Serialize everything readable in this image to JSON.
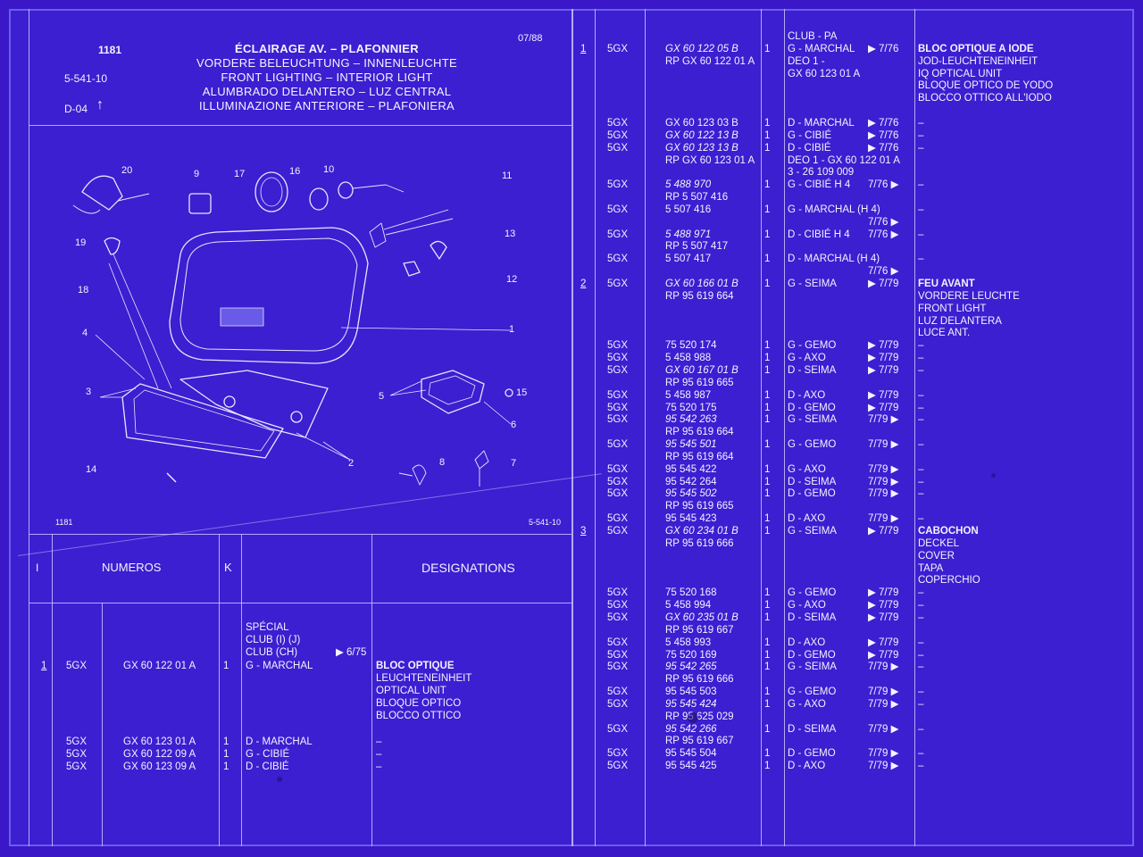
{
  "header": {
    "code": "1181",
    "ref": "5-541-10",
    "fig": "D-04",
    "date": "07/88",
    "titles": [
      "ÉCLAIRAGE AV. – PLAFONNIER",
      "VORDERE BELEUCHTUNG – INNENLEUCHTE",
      "FRONT LIGHTING – INTERIOR LIGHT",
      "ALUMBRADO DELANTERO – LUZ CENTRAL",
      "ILLUMINAZIONE ANTERIORE – PLAFONIERA"
    ]
  },
  "diagram": {
    "footer_left": "1181",
    "footer_right": "5-541-10",
    "callouts": [
      "20",
      "9",
      "17",
      "16",
      "10",
      "11",
      "19",
      "13",
      "18",
      "12",
      "4",
      "1",
      "3",
      "5",
      "15",
      "6",
      "2",
      "14",
      "8",
      "7"
    ]
  },
  "columns": {
    "i": "I",
    "numeros": "NUMEROS",
    "k": "K",
    "designations": "DESIGNATIONS"
  },
  "left_rows": [
    {
      "c3": "SPÉCIAL"
    },
    {
      "c3": "CLUB (I) (J)"
    },
    {
      "c3": "CLUB (CH)",
      "c4": "▶ 6/75"
    },
    {
      "i": "1",
      "code": "5GX",
      "num": "GX 60 122 01 A",
      "k": "1",
      "c3": "G - MARCHAL",
      "d": "BLOC OPTIQUE",
      "db": true
    },
    {
      "d": "LEUCHTENEINHEIT"
    },
    {
      "d": "OPTICAL UNIT"
    },
    {
      "d": "BLOQUE OPTICO"
    },
    {
      "d": "BLOCCO OTTICO"
    },
    {},
    {
      "code": "5GX",
      "num": "GX 60 123 01 A",
      "k": "1",
      "c3": "D - MARCHAL",
      "d": "–"
    },
    {
      "code": "5GX",
      "num": "GX 60 122 09 A",
      "k": "1",
      "c3": "G - CIBIÉ",
      "d": "–"
    },
    {
      "code": "5GX",
      "num": "GX 60 123 09 A",
      "k": "1",
      "c3": "D - CIBIÉ",
      "d": "–"
    }
  ],
  "right_rows": [
    {
      "c3": "CLUB - PA"
    },
    {
      "i": "1",
      "code": "5GX",
      "num": "GX 60 122 05 B",
      "it": true,
      "k": "1",
      "c3": "G - MARCHAL",
      "c4": "▶ 7/76",
      "d": "BLOC OPTIQUE A IODE",
      "db": true
    },
    {
      "num": "RP GX 60 122 01 A",
      "c3": "DEO 1 -",
      "d": "JOD-LEUCHTENEINHEIT"
    },
    {
      "c3": "GX 60 123 01 A",
      "d": "IQ OPTICAL UNIT"
    },
    {
      "d": "BLOQUE OPTICO DE YODO"
    },
    {
      "d": "BLOCCO OTTICO ALL'IODO"
    },
    {},
    {
      "code": "5GX",
      "num": "GX 60 123 03 B",
      "k": "1",
      "c3": "D - MARCHAL",
      "c4": "▶ 7/76",
      "d": "–"
    },
    {
      "code": "5GX",
      "num": "GX 60 122 13 B",
      "it": true,
      "k": "1",
      "c3": "G - CIBIÉ",
      "c4": "▶ 7/76",
      "d": "–"
    },
    {
      "code": "5GX",
      "num": "GX 60 123 13 B",
      "it": true,
      "k": "1",
      "c3": "D - CIBIÉ",
      "c4": "▶ 7/76",
      "d": "–"
    },
    {
      "num": "RP GX 60 123 01 A",
      "c3": "DEO 1 - GX 60 122 01 A"
    },
    {
      "c3": "3 - 26 109 009"
    },
    {
      "code": "5GX",
      "num": "5 488 970",
      "it": true,
      "k": "1",
      "c3": "G - CIBIÉ H 4",
      "c4": "7/76 ▶",
      "d": "–"
    },
    {
      "num": "RP 5 507 416"
    },
    {
      "code": "5GX",
      "num": "5 507 416",
      "k": "1",
      "c3": "G - MARCHAL (H 4)",
      "d": "–"
    },
    {
      "c4": "7/76 ▶"
    },
    {
      "code": "5GX",
      "num": "5 488 971",
      "it": true,
      "k": "1",
      "c3": "D - CIBIÉ H 4",
      "c4": "7/76 ▶",
      "d": "–"
    },
    {
      "num": "RP 5 507 417"
    },
    {
      "code": "5GX",
      "num": "5 507 417",
      "k": "1",
      "c3": "D - MARCHAL (H 4)",
      "d": "–"
    },
    {
      "c4": "7/76 ▶"
    },
    {
      "i": "2",
      "code": "5GX",
      "num": "GX 60 166 01 B",
      "it": true,
      "k": "1",
      "c3": "G - SEIMA",
      "c4": "▶ 7/79",
      "d": "FEU AVANT",
      "db": true
    },
    {
      "num": "RP 95 619 664",
      "d": "VORDERE LEUCHTE"
    },
    {
      "d": "FRONT LIGHT"
    },
    {
      "d": "LUZ DELANTERA"
    },
    {
      "d": "LUCE ANT."
    },
    {
      "code": "5GX",
      "num": "75 520 174",
      "k": "1",
      "c3": "G - GEMO",
      "c4": "▶ 7/79",
      "d": "–"
    },
    {
      "code": "5GX",
      "num": "5 458 988",
      "k": "1",
      "c3": "G - AXO",
      "c4": "▶ 7/79",
      "d": "–"
    },
    {
      "code": "5GX",
      "num": "GX 60 167 01 B",
      "it": true,
      "k": "1",
      "c3": "D - SEIMA",
      "c4": "▶ 7/79",
      "d": "–"
    },
    {
      "num": "RP 95 619 665"
    },
    {
      "code": "5GX",
      "num": "5 458 987",
      "k": "1",
      "c3": "D - AXO",
      "c4": "▶ 7/79",
      "d": "–"
    },
    {
      "code": "5GX",
      "num": "75 520 175",
      "k": "1",
      "c3": "D - GEMO",
      "c4": "▶ 7/79",
      "d": "–"
    },
    {
      "code": "5GX",
      "num": "95 542 263",
      "it": true,
      "k": "1",
      "c3": "G - SEIMA",
      "c4": "7/79 ▶",
      "d": "–"
    },
    {
      "num": "RP 95 619 664"
    },
    {
      "code": "5GX",
      "num": "95 545 501",
      "it": true,
      "k": "1",
      "c3": "G - GEMO",
      "c4": "7/79 ▶",
      "d": "–"
    },
    {
      "num": "RP 95 619 664"
    },
    {
      "code": "5GX",
      "num": "95 545 422",
      "k": "1",
      "c3": "G - AXO",
      "c4": "7/79 ▶",
      "d": "–"
    },
    {
      "code": "5GX",
      "num": "95 542 264",
      "k": "1",
      "c3": "D - SEIMA",
      "c4": "7/79 ▶",
      "d": "–"
    },
    {
      "code": "5GX",
      "num": "95 545 502",
      "it": true,
      "k": "1",
      "c3": "D - GEMO",
      "c4": "7/79 ▶",
      "d": "–"
    },
    {
      "num": "RP 95 619 665"
    },
    {
      "code": "5GX",
      "num": "95 545 423",
      "k": "1",
      "c3": "D - AXO",
      "c4": "7/79 ▶",
      "d": "–"
    },
    {
      "i": "3",
      "code": "5GX",
      "num": "GX 60 234 01 B",
      "it": true,
      "k": "1",
      "c3": "G - SEIMA",
      "c4": "▶ 7/79",
      "d": "CABOCHON",
      "db": true
    },
    {
      "num": "RP 95 619 666",
      "d": "DECKEL"
    },
    {
      "d": "COVER"
    },
    {
      "d": "TAPA"
    },
    {
      "d": "COPERCHIO"
    },
    {
      "code": "5GX",
      "num": "75 520 168",
      "k": "1",
      "c3": "G - GEMO",
      "c4": "▶ 7/79",
      "d": "–"
    },
    {
      "code": "5GX",
      "num": "5 458 994",
      "k": "1",
      "c3": "G - AXO",
      "c4": "▶ 7/79",
      "d": "–"
    },
    {
      "code": "5GX",
      "num": "GX 60 235 01 B",
      "it": true,
      "k": "1",
      "c3": "D - SEIMA",
      "c4": "▶ 7/79",
      "d": "–"
    },
    {
      "num": "RP 95 619 667"
    },
    {
      "code": "5GX",
      "num": "5 458 993",
      "k": "1",
      "c3": "D - AXO",
      "c4": "▶ 7/79",
      "d": "–"
    },
    {
      "code": "5GX",
      "num": "75 520 169",
      "k": "1",
      "c3": "D - GEMO",
      "c4": "▶ 7/79",
      "d": "–"
    },
    {
      "code": "5GX",
      "num": "95 542 265",
      "it": true,
      "k": "1",
      "c3": "G - SEIMA",
      "c4": "7/79 ▶",
      "d": "–"
    },
    {
      "num": "RP 95 619 666"
    },
    {
      "code": "5GX",
      "num": "95 545 503",
      "k": "1",
      "c3": "G - GEMO",
      "c4": "7/79 ▶",
      "d": "–"
    },
    {
      "code": "5GX",
      "num": "95 545 424",
      "it": true,
      "k": "1",
      "c3": "G - AXO",
      "c4": "7/79 ▶",
      "d": "–"
    },
    {
      "num": "RP 95 625 029"
    },
    {
      "code": "5GX",
      "num": "95 542 266",
      "it": true,
      "k": "1",
      "c3": "D - SEIMA",
      "c4": "7/79 ▶",
      "d": "–"
    },
    {
      "num": "RP 95 619 667"
    },
    {
      "code": "5GX",
      "num": "95 545 504",
      "k": "1",
      "c3": "D - GEMO",
      "c4": "7/79 ▶",
      "d": "–"
    },
    {
      "code": "5GX",
      "num": "95 545 425",
      "k": "1",
      "c3": "D - AXO",
      "c4": "7/79 ▶",
      "d": "–"
    }
  ]
}
